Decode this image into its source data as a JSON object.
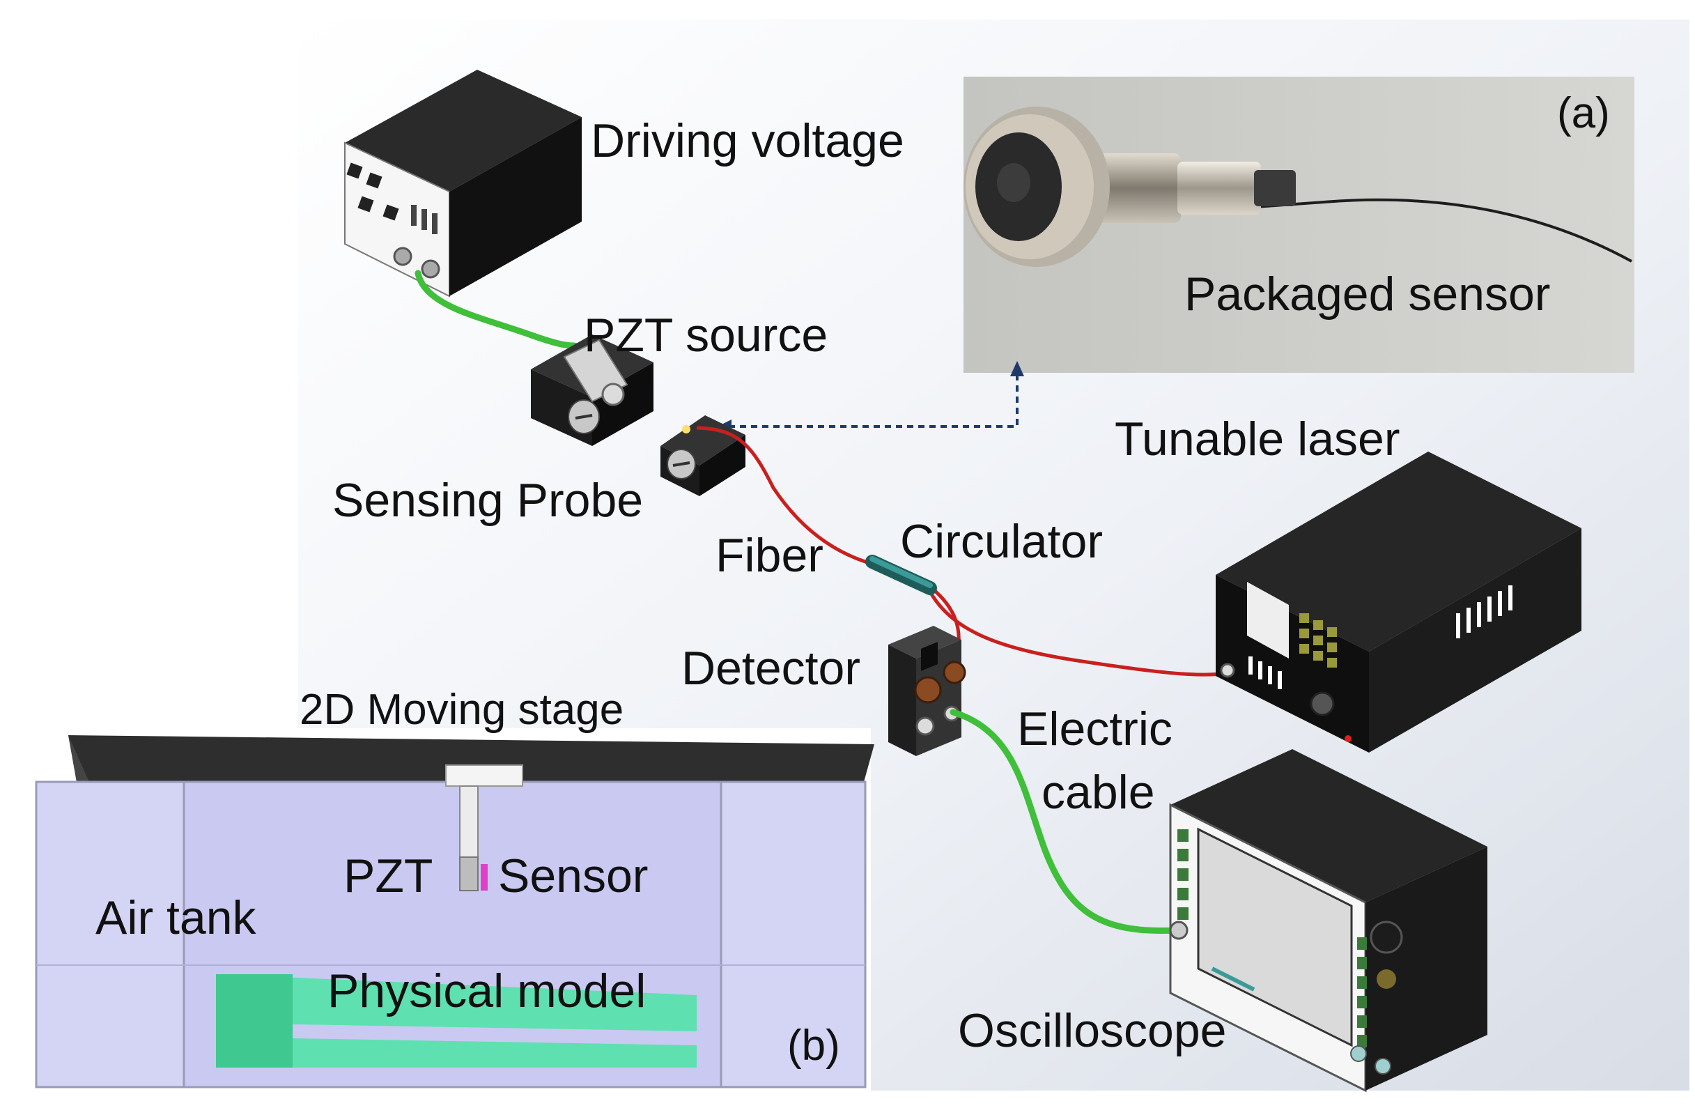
{
  "labels": {
    "driving_voltage": "Driving voltage",
    "pzt_source": "PZT source",
    "sensing_probe": "Sensing Probe",
    "fiber": "Fiber",
    "circulator": "Circulator",
    "tunable_laser": "Tunable laser",
    "detector": "Detector",
    "moving_stage": "2D Moving stage",
    "electric_cable_line1": "Electric",
    "electric_cable_line2": "cable",
    "oscilloscope": "Oscilloscope",
    "packaged_sensor": "Packaged sensor",
    "pzt": "PZT",
    "sensor": "Sensor",
    "air_tank": "Air tank",
    "physical_model": "Physical model"
  },
  "panels": {
    "a": "(a)",
    "b": "(b)"
  },
  "colors": {
    "fiber": "#c8201e",
    "electric_cable": "#3fbf3a",
    "tank": "#c9c9f2",
    "physical_model": "#5fe0b0",
    "device_body": "#2b2b2b"
  }
}
